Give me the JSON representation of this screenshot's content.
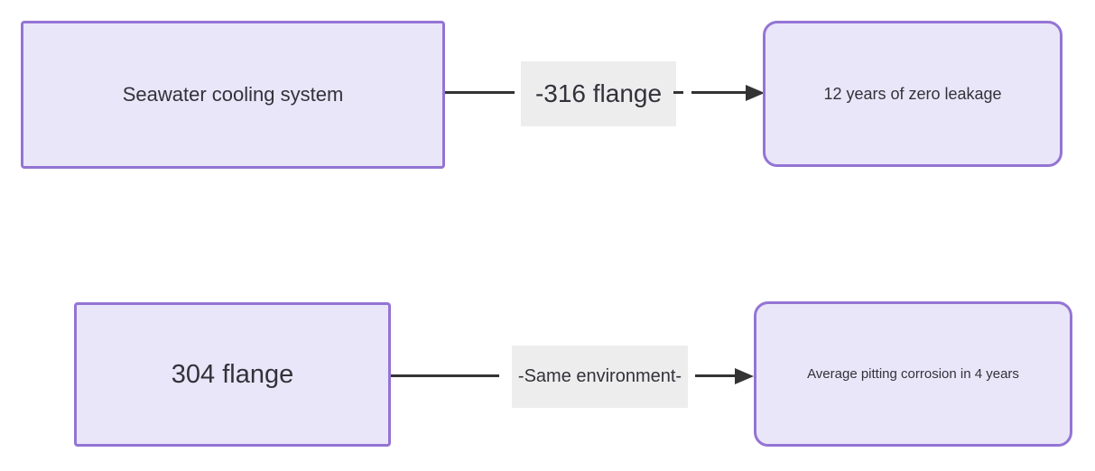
{
  "diagram": {
    "colors": {
      "background": "#ffffff",
      "node_fill": "#e9e6f9",
      "node_border": "#9474d4",
      "edge_color": "#333333",
      "label_bg": "#ededed",
      "text_color": "#32323a"
    },
    "rows": [
      {
        "source": "Seawater cooling system",
        "edge_label": "-316 flange",
        "target": "12 years of zero leakage"
      },
      {
        "source": "304 flange",
        "edge_label": "-Same environment-",
        "target": "Average pitting corrosion in 4 years"
      }
    ]
  }
}
